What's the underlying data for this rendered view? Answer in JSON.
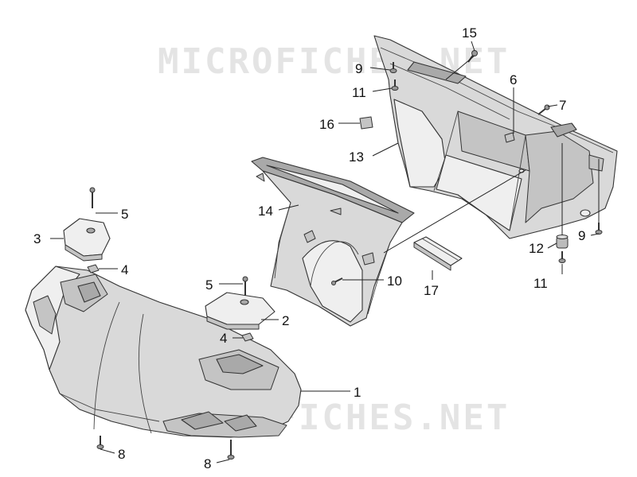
{
  "watermark": {
    "top": "MICROFICHES.NET",
    "bottom": "MICROFICHES.NET"
  },
  "callouts": [
    {
      "id": "c1",
      "label": "1"
    },
    {
      "id": "c2",
      "label": "2"
    },
    {
      "id": "c3",
      "label": "3"
    },
    {
      "id": "c4a",
      "label": "4"
    },
    {
      "id": "c4b",
      "label": "4"
    },
    {
      "id": "c5a",
      "label": "5"
    },
    {
      "id": "c5b",
      "label": "5"
    },
    {
      "id": "c6",
      "label": "6"
    },
    {
      "id": "c7",
      "label": "7"
    },
    {
      "id": "c8a",
      "label": "8"
    },
    {
      "id": "c8b",
      "label": "8"
    },
    {
      "id": "c9a",
      "label": "9"
    },
    {
      "id": "c9b",
      "label": "9"
    },
    {
      "id": "c10",
      "label": "10"
    },
    {
      "id": "c11a",
      "label": "11"
    },
    {
      "id": "c11b",
      "label": "11"
    },
    {
      "id": "c12",
      "label": "12"
    },
    {
      "id": "c13",
      "label": "13"
    },
    {
      "id": "c14",
      "label": "14"
    },
    {
      "id": "c15",
      "label": "15"
    },
    {
      "id": "c16",
      "label": "16"
    },
    {
      "id": "c17",
      "label": "17"
    }
  ]
}
